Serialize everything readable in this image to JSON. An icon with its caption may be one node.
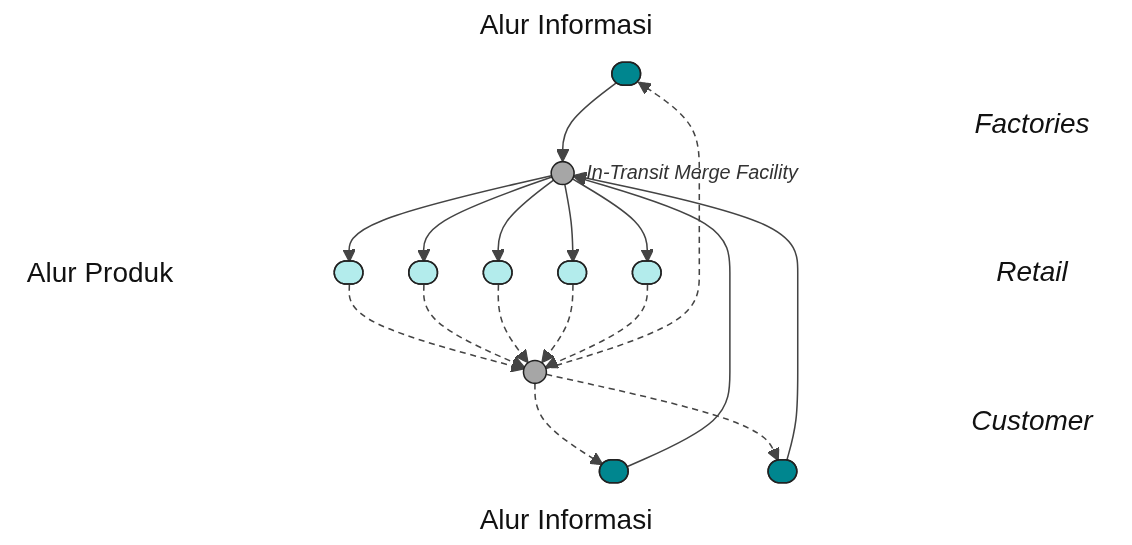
{
  "diagram": {
    "nodes": [
      {
        "text": [],
        "shape": "ellipse"
      },
      {
        "text": [],
        "shape": "ellipse"
      },
      {
        "text": [],
        "shape": "ellipse"
      },
      {
        "text": [],
        "shape": "circle",
        "beside": [
          "In-Transit Merge Facility"
        ]
      },
      {
        "text": [],
        "shape": "ellipse"
      },
      {
        "text": [],
        "shape": "ellipse"
      },
      {
        "text": [],
        "shape": "ellipse"
      },
      {
        "text": [],
        "shape": "ellipse"
      },
      {
        "text": [],
        "shape": "ellipse"
      },
      {
        "text": [],
        "shape": "circle"
      }
    ],
    "edges": [
      {
        "from": 0,
        "to": 3,
        "arrow": "to"
      },
      {
        "from": 1,
        "to": 3,
        "arrow": "to"
      },
      {
        "from": 2,
        "to": 3,
        "arrow": "to"
      },
      {
        "from": 3,
        "to": 4,
        "arrow": "to"
      },
      {
        "from": 3,
        "to": 5,
        "arrow": "to"
      },
      {
        "from": 3,
        "to": 6,
        "arrow": "to"
      },
      {
        "from": 3,
        "to": 7,
        "arrow": "to"
      },
      {
        "from": 3,
        "to": 8,
        "arrow": "to"
      },
      {
        "from": 4,
        "to": 9,
        "arrow": "to",
        "style": "dashed"
      },
      {
        "from": 5,
        "to": 9,
        "arrow": "to",
        "style": "dashed"
      },
      {
        "from": 6,
        "to": 9,
        "arrow": "to",
        "style": "dashed"
      },
      {
        "from": 7,
        "to": 9,
        "arrow": "to",
        "style": "dashed"
      },
      {
        "from": 8,
        "to": 9,
        "arrow": "to",
        "style": "dashed"
      },
      {
        "from": 9,
        "to": 0,
        "arrow": "to",
        "style": "dashed"
      },
      {
        "from": 9,
        "to": 1,
        "arrow": "to",
        "style": "dashed"
      },
      {
        "from": 9,
        "to": 2,
        "arrow": "to",
        "style": "dashed"
      }
    ],
    "labels": [
      "Alur Informasi",
      "Factories",
      "Alur Produk",
      "Retail",
      "Customer",
      "Alur Informasi"
    ]
  }
}
